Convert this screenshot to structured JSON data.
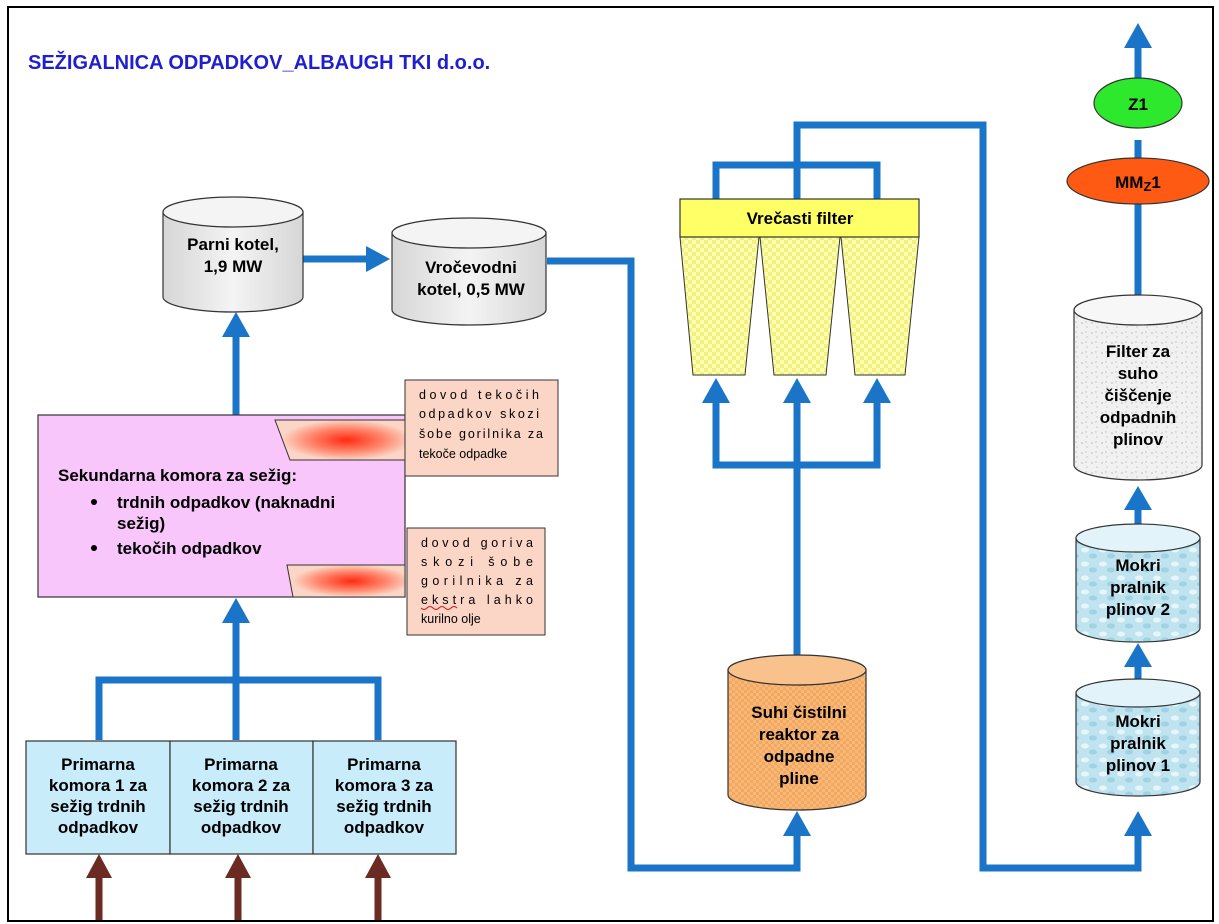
{
  "title": "SEŽIGALNICA  ODPADKOV_ALBAUGH  TKI d.o.o.",
  "colors": {
    "pipe": "#1a75c8",
    "feed_arrow": "#6b2a22",
    "title": "#1f1fd0",
    "secondary_chamber": "#f8c6fa",
    "primary_chamber": "#c9ecfb",
    "note": "#fbd5c6",
    "bag_filter": "#ffff66",
    "dry_reactor": "#f7b26f",
    "emission_z1": "#2ee82e",
    "measurement_mmz1": "#ff5a14"
  },
  "nodes": {
    "steam_boiler": {
      "line1": "Parni kotel,",
      "line2": "1,9 MW"
    },
    "hot_water_boiler": {
      "line1": "Vročevodni",
      "line2": "kotel, 0,5 MW"
    },
    "secondary_chamber": {
      "heading": "Sekundarna komora za sežig:",
      "bullet1_line1": "trdnih odpadkov (naknadni",
      "bullet1_line2": "sežig)",
      "bullet2": "tekočih odpadkov"
    },
    "note_liquid": {
      "line1": "dovod     tekočih",
      "line2": "odpadkov    skozi",
      "line3": "šobe gorilnika za",
      "line4": "tekoče odpadke"
    },
    "note_fuel": {
      "line1": "dovod      goriva",
      "line2": "skozi        šobe",
      "line3": "gorilnika       za",
      "line4": "ekstra       lahko",
      "line5": "kurilno olje"
    },
    "primary_1": {
      "line1": "Primarna",
      "line2": "komora 1 za",
      "line3": "sežig trdnih",
      "line4": "odpadkov"
    },
    "primary_2": {
      "line1": "Primarna",
      "line2": "komora 2 za",
      "line3": "sežig trdnih",
      "line4": "odpadkov"
    },
    "primary_3": {
      "line1": "Primarna",
      "line2": "komora 3 za",
      "line3": "sežig trdnih",
      "line4": "odpadkov"
    },
    "bag_filter": {
      "label": "Vrečasti filter"
    },
    "dry_reactor": {
      "line1": "Suhi čistilni",
      "line2": "reaktor za",
      "line3": "odpadne",
      "line4": "pline"
    },
    "wet_scrubber_1": {
      "line1": "Mokri",
      "line2": "pralnik",
      "line3": "plinov  1"
    },
    "wet_scrubber_2": {
      "line1": "Mokri",
      "line2": "pralnik",
      "line3": "plinov  2"
    },
    "dry_filter": {
      "line1": "Filter za",
      "line2": "suho",
      "line3": "čiščenje",
      "line4": "odpadnih",
      "line5": "plinov"
    },
    "measurement": {
      "main": "MM",
      "sub": "Z",
      "suffix": "1"
    },
    "emission_point": {
      "label": "Z1"
    }
  }
}
